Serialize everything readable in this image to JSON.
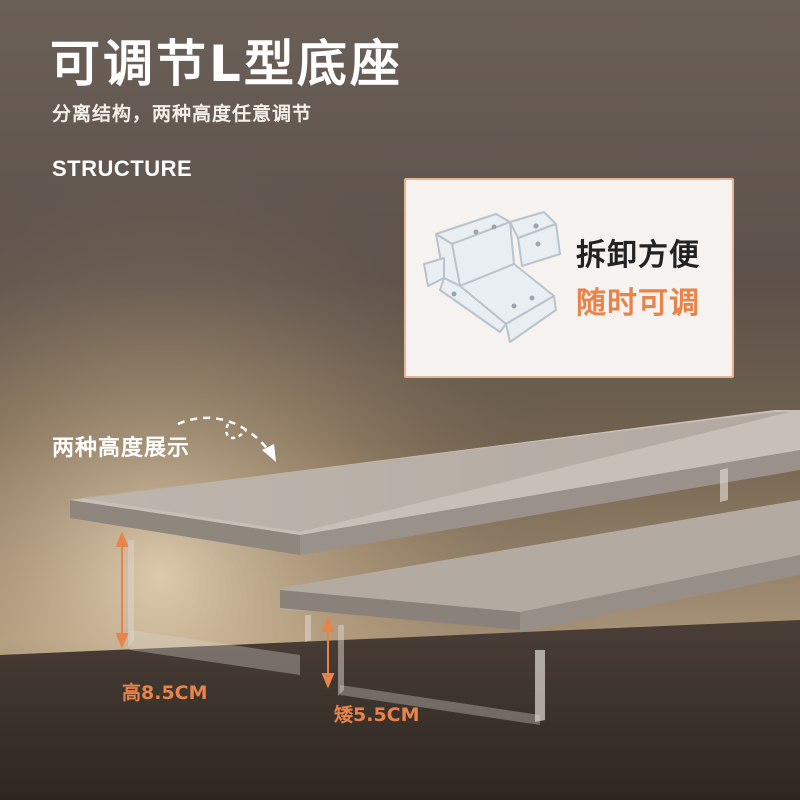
{
  "header": {
    "title": "可调节L型底座",
    "subtitle": "分离结构，两种高度任意调节",
    "english_label": "STRUCTURE"
  },
  "feature_card": {
    "line1": "拆卸方便",
    "line2": "随时可调",
    "icon": "acrylic-bracket-icon"
  },
  "annotations": {
    "height_demo": "两种高度展示",
    "high_label": "高8.5CM",
    "low_label": "矮5.5CM"
  },
  "colors": {
    "accent": "#e8834a",
    "card_border": "#e6b492",
    "text_light": "#ffffff"
  }
}
